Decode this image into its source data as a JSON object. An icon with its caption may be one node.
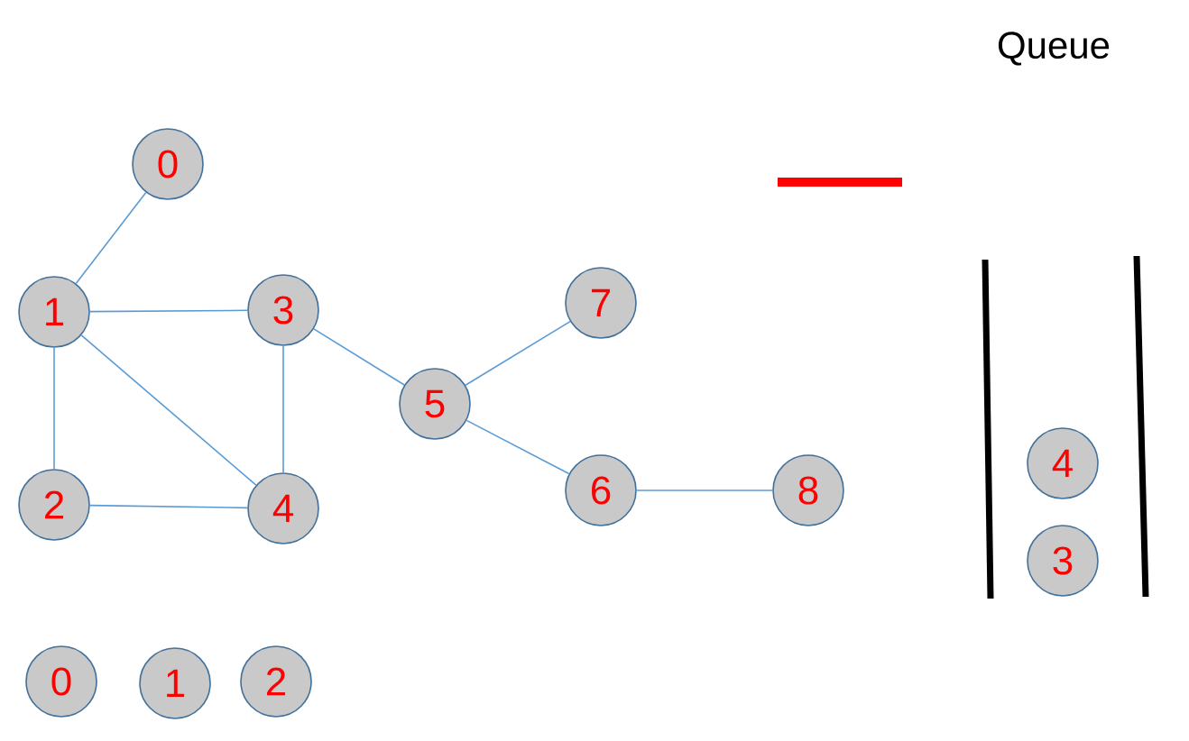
{
  "diagram": {
    "nodes": [
      {
        "text": [
          "0"
        ]
      },
      {
        "text": [
          "1"
        ]
      },
      {
        "text": [
          "2"
        ]
      },
      {
        "text": [
          "3"
        ]
      },
      {
        "text": [
          "4"
        ]
      },
      {
        "text": [
          "5"
        ]
      },
      {
        "text": [
          "6"
        ]
      },
      {
        "text": [
          "7"
        ]
      },
      {
        "text": [
          "8"
        ]
      },
      {
        "text": [
          "0"
        ]
      },
      {
        "text": [
          "1"
        ]
      },
      {
        "text": [
          "2"
        ]
      },
      {
        "text": [
          "4"
        ]
      },
      {
        "text": [
          "3"
        ]
      }
    ],
    "edges": [
      {
        "from": 0,
        "to": 1,
        "arrow": "none"
      },
      {
        "from": 1,
        "to": 3,
        "arrow": "none"
      },
      {
        "from": 1,
        "to": 2,
        "arrow": "none"
      },
      {
        "from": 1,
        "to": 4,
        "arrow": "none"
      },
      {
        "from": 3,
        "to": 4,
        "arrow": "none"
      },
      {
        "from": 2,
        "to": 4,
        "arrow": "none"
      },
      {
        "from": 3,
        "to": 5,
        "arrow": "none"
      },
      {
        "from": 5,
        "to": 7,
        "arrow": "none"
      },
      {
        "from": 5,
        "to": 6,
        "arrow": "none"
      },
      {
        "from": 6,
        "to": 8,
        "arrow": "none"
      }
    ],
    "labels": [
      "Queue"
    ]
  }
}
